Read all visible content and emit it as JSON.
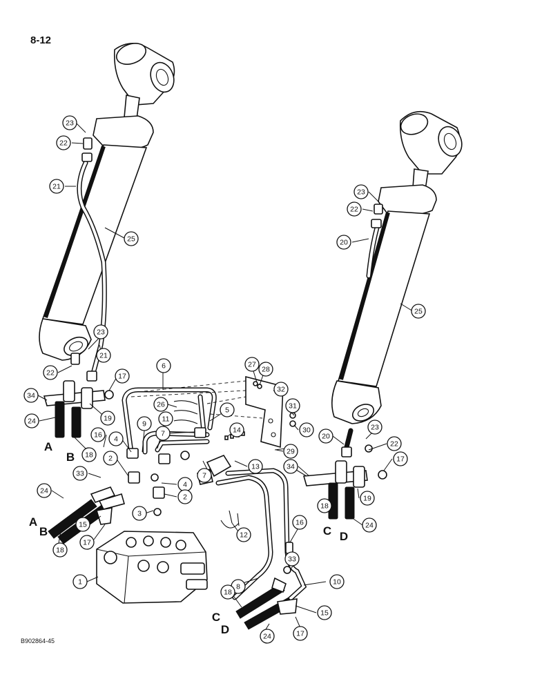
{
  "page_number": "8-12",
  "figure_code": "B902864-45",
  "ports": [
    "A",
    "B",
    "A",
    "B",
    "C",
    "D",
    "C",
    "D"
  ],
  "callouts": [
    "23",
    "22",
    "21",
    "25",
    "23",
    "22",
    "21",
    "34",
    "24",
    "19",
    "17",
    "18",
    "16",
    "4",
    "2",
    "33",
    "24",
    "15",
    "17",
    "18",
    "3",
    "1",
    "6",
    "9",
    "11",
    "26",
    "7",
    "7",
    "4",
    "2",
    "5",
    "27",
    "28",
    "32",
    "31",
    "30",
    "14",
    "13",
    "29",
    "12",
    "16",
    "8",
    "33",
    "10",
    "18",
    "15",
    "24",
    "17",
    "23",
    "22",
    "20",
    "25",
    "20",
    "23",
    "22",
    "17",
    "34",
    "18",
    "19",
    "24"
  ],
  "icons": {
    "cylinder": "hydraulic-cylinder-icon",
    "valve": "control-valve-icon"
  }
}
